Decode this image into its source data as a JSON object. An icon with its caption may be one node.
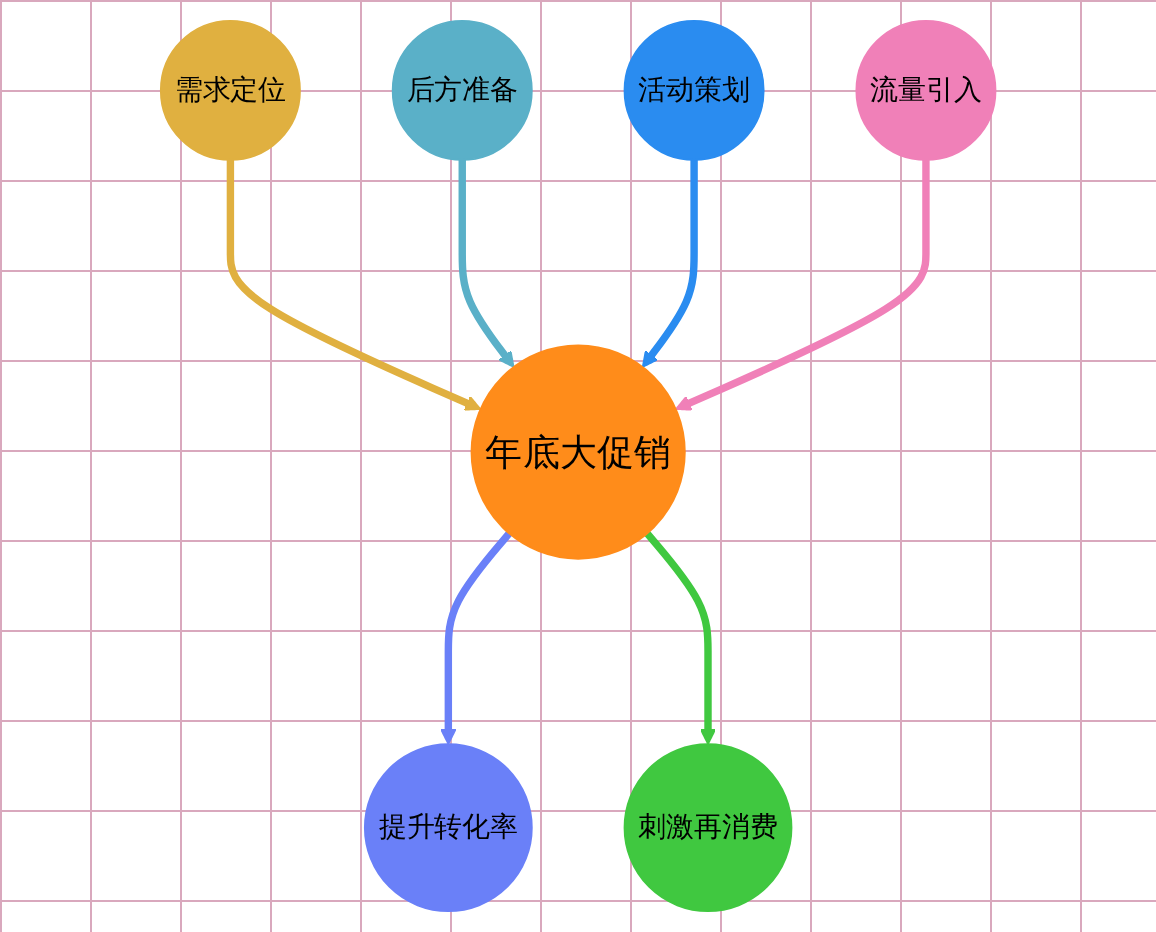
{
  "diagram": {
    "nodes": [
      {
        "text": [
          "需求定位"
        ]
      },
      {
        "text": [
          "刺激再消费"
        ]
      },
      {
        "text": [
          "后方准备"
        ]
      },
      {
        "text": [
          "年底大促销"
        ]
      },
      {
        "text": [
          "提升转化率"
        ]
      },
      {
        "text": [
          "活动策划"
        ]
      },
      {
        "text": [
          "流量引入"
        ]
      }
    ],
    "edges": [
      {
        "from": 0,
        "to": 3,
        "arrow": "to",
        "color": "#e0b040"
      },
      {
        "from": 2,
        "to": 3,
        "arrow": "to",
        "color": "#5ab0c8"
      },
      {
        "from": 5,
        "to": 3,
        "arrow": "to",
        "color": "#2a8cf0"
      },
      {
        "from": 6,
        "to": 3,
        "arrow": "to",
        "color": "#f080b8"
      },
      {
        "from": 3,
        "to": 4,
        "arrow": "to",
        "color": "#6a80f8"
      },
      {
        "from": 3,
        "to": 1,
        "arrow": "to",
        "color": "#40c840"
      }
    ]
  }
}
